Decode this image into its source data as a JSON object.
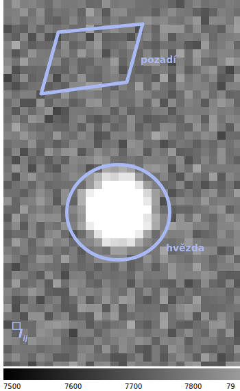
{
  "diagram": {
    "nodes": [
      {
        "text": [
          "pozadí"
        ]
      },
      {
        "text": [
          "hvězda"
        ]
      },
      {
        "text": [
          "Iij"
        ]
      }
    ],
    "labels": [
      "7500",
      "7600",
      "7700",
      "7800",
      "79"
    ]
  }
}
